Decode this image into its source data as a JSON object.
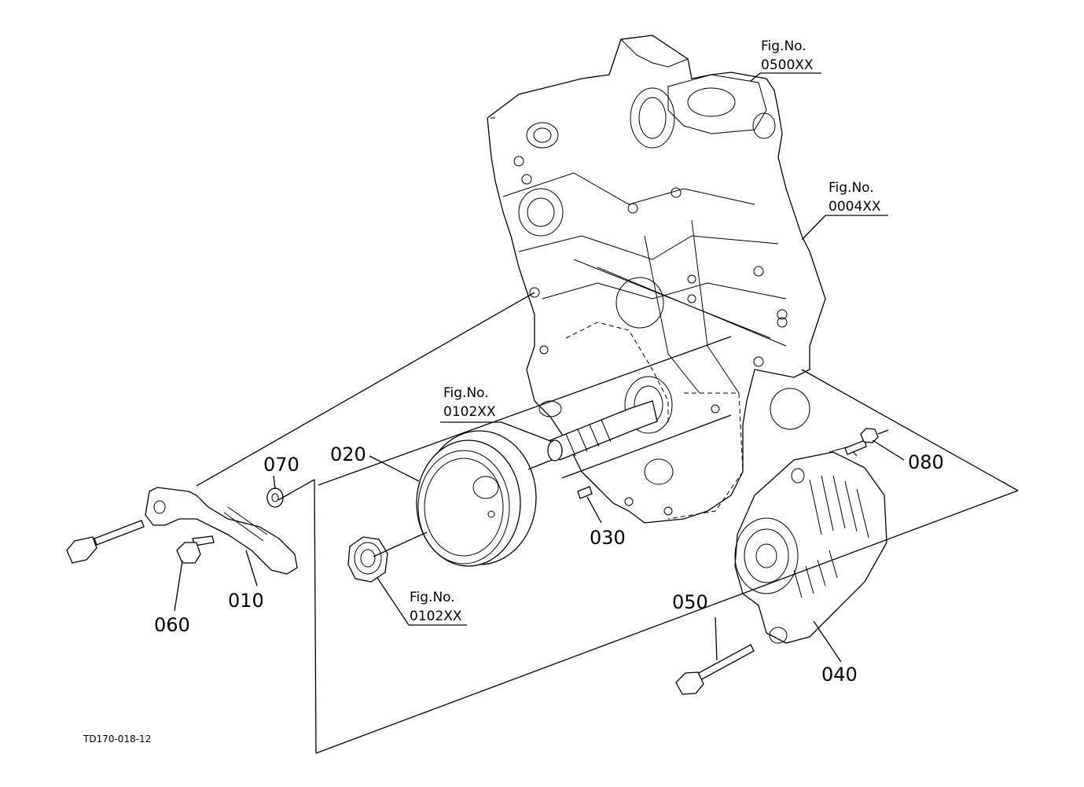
{
  "diagram_code": "TD170-018-12",
  "fig_refs": [
    {
      "title": "Fig.No.",
      "number": "0500XX"
    },
    {
      "title": "Fig.No.",
      "number": "0004XX"
    },
    {
      "title": "Fig.No.",
      "number": "0102XX"
    },
    {
      "title": "Fig.No.",
      "number": "0102XX"
    }
  ],
  "parts": [
    {
      "number": "010"
    },
    {
      "number": "020"
    },
    {
      "number": "030"
    },
    {
      "number": "040"
    },
    {
      "number": "050"
    },
    {
      "number": "060"
    },
    {
      "number": "070"
    },
    {
      "number": "080"
    }
  ]
}
